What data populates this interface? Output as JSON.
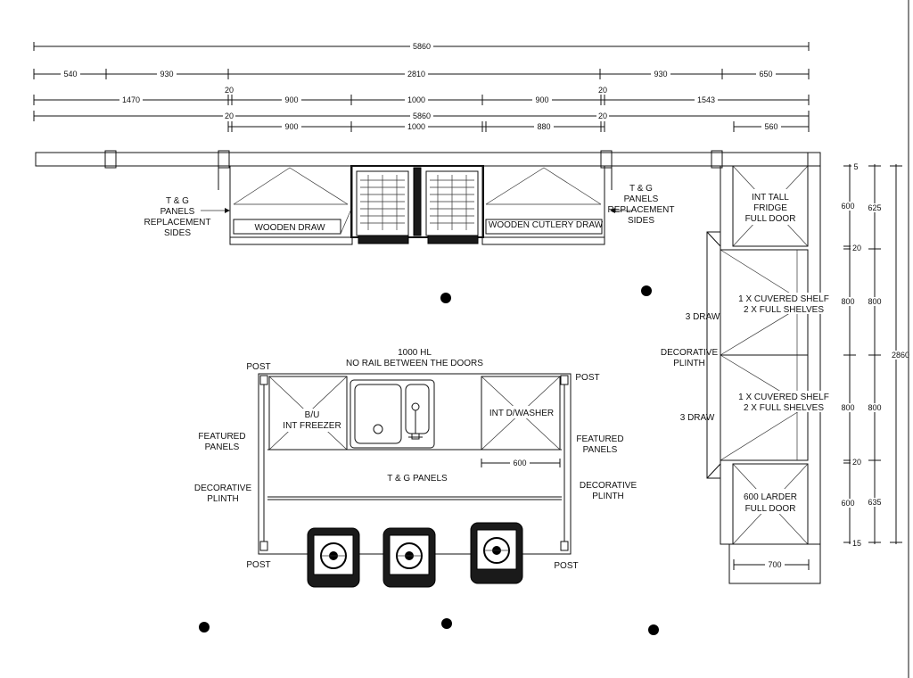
{
  "dimensions": {
    "row1": [
      "5860"
    ],
    "row2": [
      "540",
      "930",
      "2810",
      "930",
      "650"
    ],
    "row3": [
      "1470",
      "20",
      "900",
      "1000",
      "900",
      "20",
      "1543"
    ],
    "row4": [
      "20",
      "5860",
      "20"
    ],
    "row5": [
      "900",
      "1000",
      "880",
      "560"
    ],
    "right_inner": [
      "5",
      "600",
      "20",
      "800",
      "800",
      "20",
      "600",
      "15"
    ],
    "right_outer": [
      "625",
      "800",
      "800",
      "635"
    ],
    "right_total": "2860",
    "island_600": "600",
    "bottom_700": "700"
  },
  "labels": {
    "tg_left": [
      "T & G",
      "PANELS",
      "REPLACEMENT",
      "SIDES"
    ],
    "tg_right": [
      "T & G",
      "PANELS",
      "REPLACEMENT",
      "SIDES"
    ],
    "wooden_draw": "WOODEN DRAW",
    "wooden_cutlery": "WOODEN CUTLERY DRAW",
    "fridge": [
      "INT TALL",
      "FRIDGE",
      "FULL DOOR"
    ],
    "shelf_upper": [
      "1 X CUVERED SHELF",
      "2 X FULL SHELVES"
    ],
    "shelf_lower": [
      "1 X CUVERED SHELF",
      "2 X FULL SHELVES"
    ],
    "three_draw_upper": "3 DRAW",
    "three_draw_lower": "3 DRAW",
    "decorative_plinth_right": [
      "DECORATIVE",
      "PLINTH"
    ],
    "larder": [
      "600 LARDER",
      "FULL DOOR"
    ],
    "island_title": [
      "1000 HL",
      "NO RAIL BETWEEN THE DOORS"
    ],
    "post_tl": "POST",
    "post_tr": "POST",
    "post_bl": "POST",
    "post_br": "POST",
    "freezer": [
      "B/U",
      "INT FREEZER"
    ],
    "dishwasher": "INT D/WASHER",
    "featured_left": [
      "FEATURED",
      "PANELS"
    ],
    "featured_right": [
      "FEATURED",
      "PANELS"
    ],
    "plinth_left": [
      "DECORATIVE",
      "PLINTH"
    ],
    "plinth_right": [
      "DECORATIVE",
      "PLINTH"
    ],
    "tg_panels": "T & G PANELS"
  }
}
